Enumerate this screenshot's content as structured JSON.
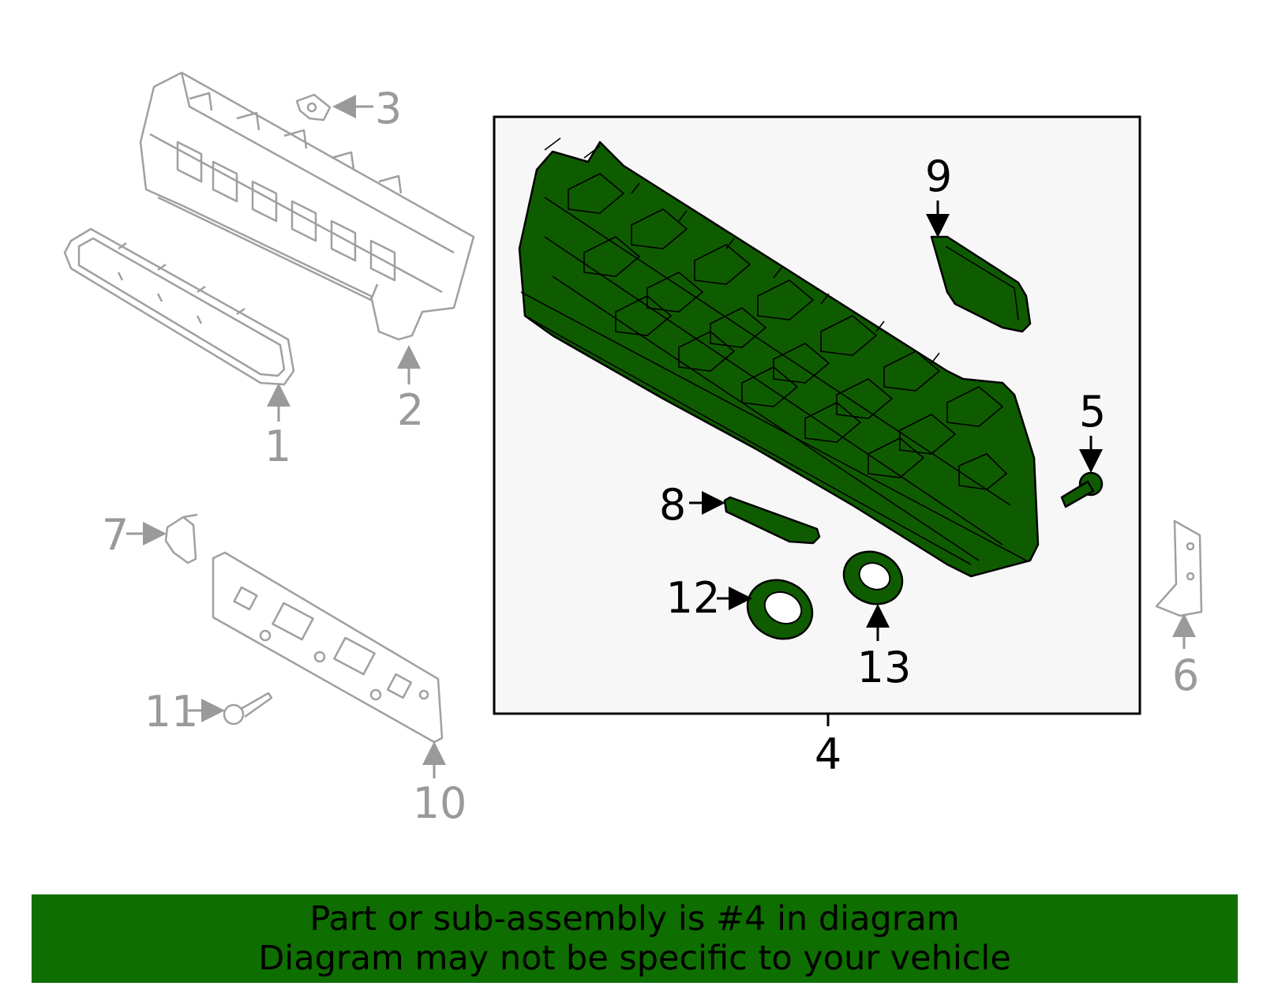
{
  "diagram": {
    "callouts": {
      "c1": "1",
      "c2": "2",
      "c3": "3",
      "c4": "4",
      "c5": "5",
      "c6": "6",
      "c7": "7",
      "c8": "8",
      "c9": "9",
      "c10": "10",
      "c11": "11",
      "c12": "12",
      "c13": "13"
    },
    "highlighted_part": "4",
    "highlight_color": "#0f5c00",
    "inactive_part_color": "#a0a0a0"
  },
  "footer": {
    "line1": "Part or sub-assembly is #4 in diagram",
    "line2": "Diagram may not be specific to your vehicle",
    "banner_color": "#0f6e00"
  }
}
